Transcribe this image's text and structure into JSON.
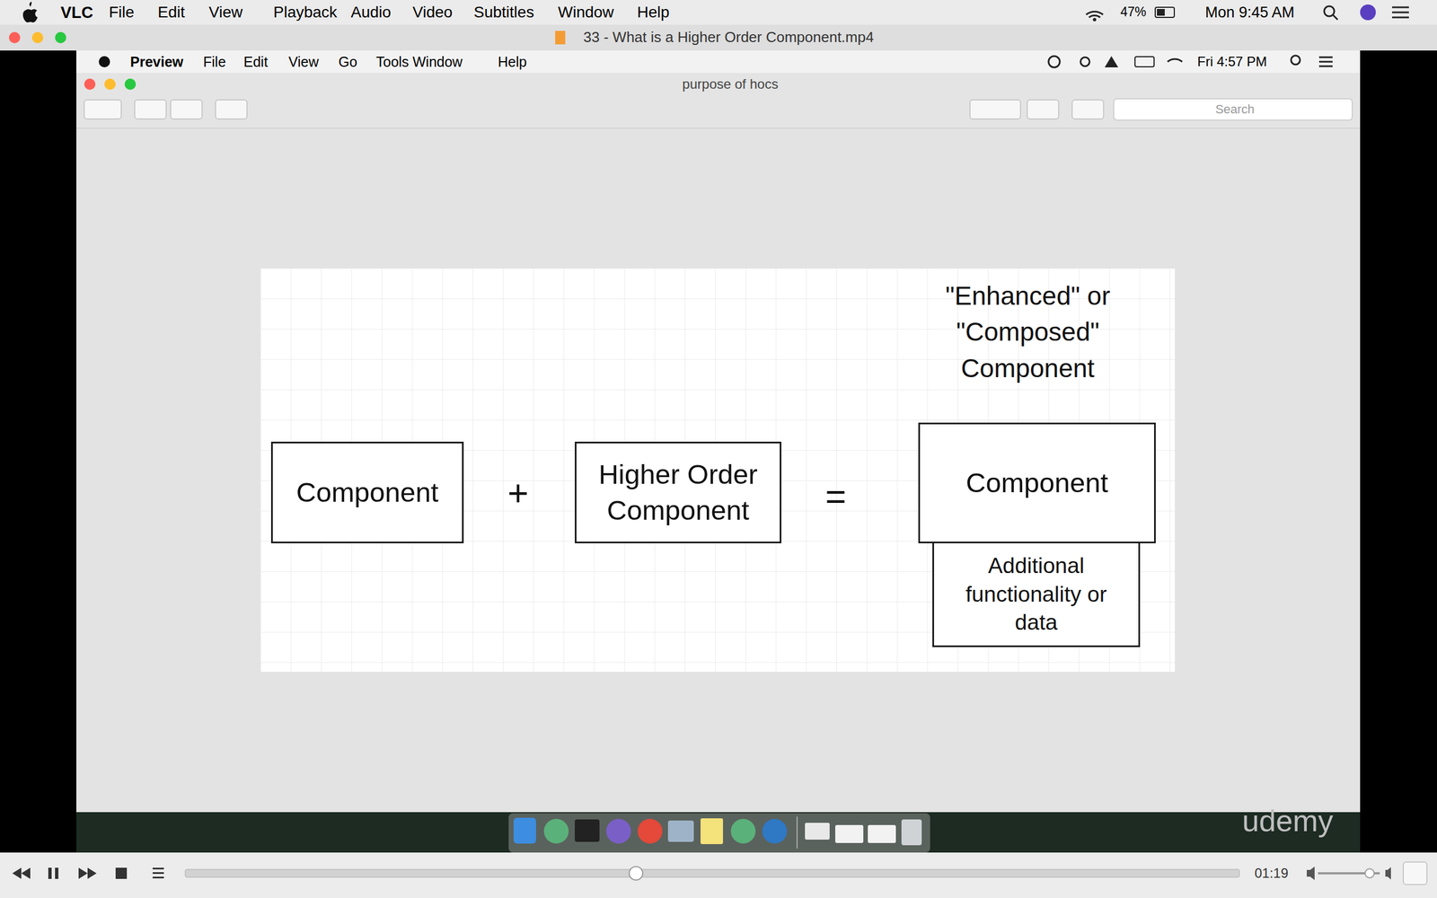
{
  "diagram": {
    "nodes": [
      {
        "text": [
          "Component"
        ]
      },
      {
        "text": [
          "Higher Order Component"
        ]
      },
      {
        "text": [
          "Component"
        ]
      },
      {
        "text": [
          "Additional functionality or data"
        ]
      }
    ],
    "labels": [
      "VLC",
      "File",
      "Edit",
      "View",
      "Playback",
      "Audio",
      "Video",
      "Subtitles",
      "Window",
      "Help",
      "47%",
      "Mon 9:45 AM",
      "33 - What is a Higher Order Component.mp4",
      "Preview",
      "File",
      "Edit",
      "View",
      "Go",
      "Tools",
      "Window",
      "Help",
      "Fri 4:57 PM",
      "purpose of hocs",
      "Search",
      "\"Enhanced\" or \"Composed\" Component",
      "+",
      "=",
      "udemy",
      "01:19"
    ]
  }
}
